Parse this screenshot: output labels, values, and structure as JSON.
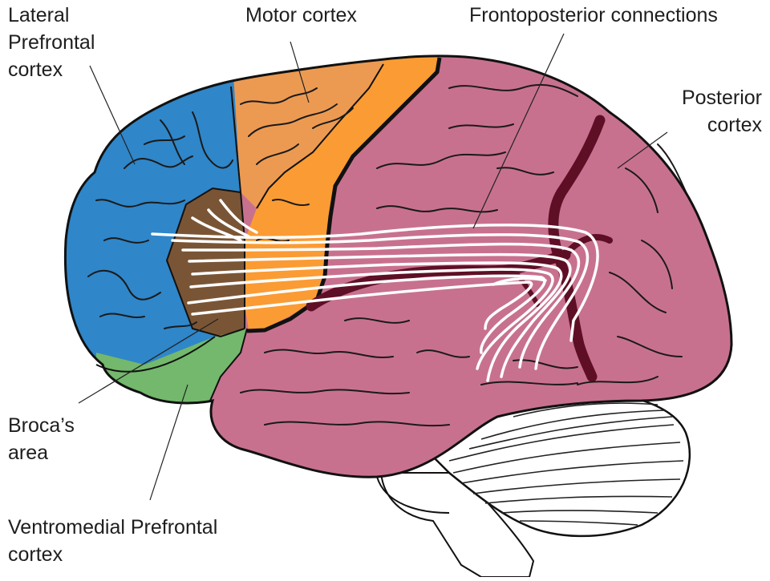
{
  "labels": {
    "lateral_prefrontal": [
      "Lateral",
      "Prefrontal",
      "cortex"
    ],
    "motor_cortex": "Motor cortex",
    "frontoposterior": "Frontoposterior connections",
    "posterior_cortex": [
      "Posterior",
      "cortex"
    ],
    "brocas_area": [
      "Broca’s",
      "area"
    ],
    "ventromedial_prefrontal": [
      "Ventromedial Prefrontal",
      "cortex"
    ]
  },
  "colors": {
    "lateral_prefrontal": "#2f86c9",
    "motor_cortex": "#ec9a52",
    "premotor_cortex": "#fb9b33",
    "brocas_area": "#7a5535",
    "ventromedial_prefrontal": "#73b86c",
    "posterior_cortex": "#c8718f",
    "sulcus": "#5e0f26",
    "fibers": "#ffffff",
    "outline": "#111111"
  }
}
